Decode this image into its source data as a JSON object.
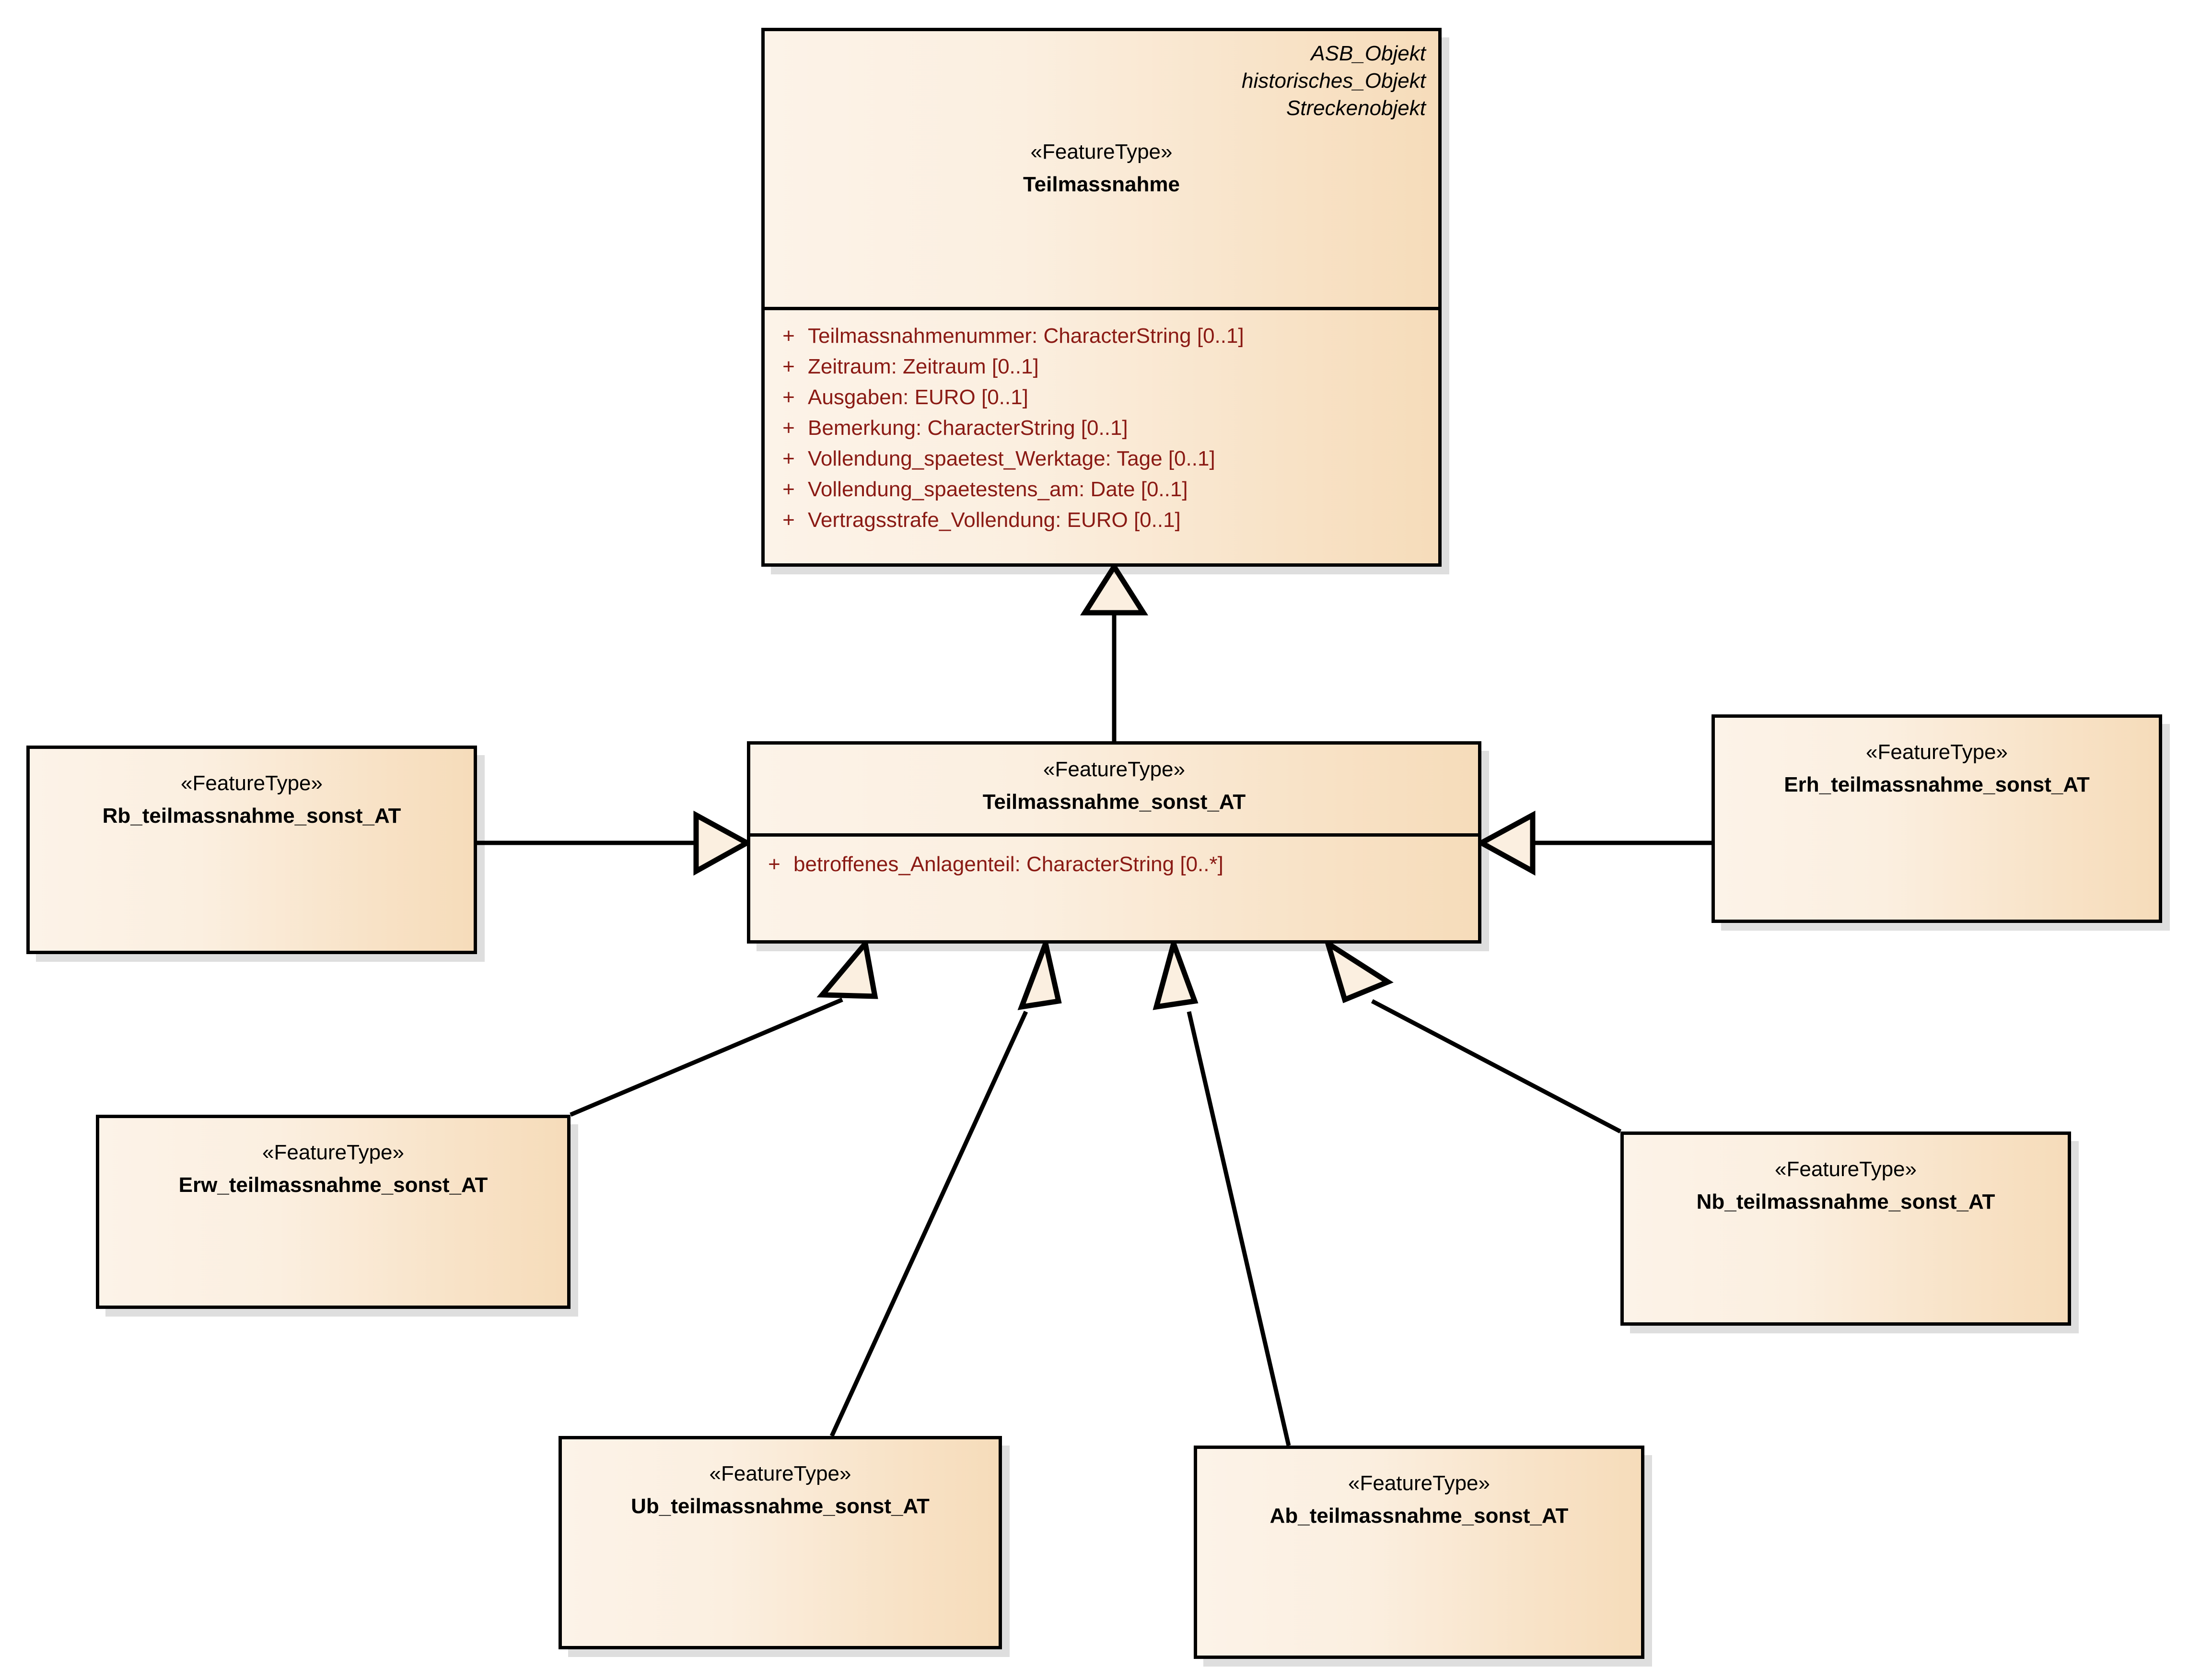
{
  "diagram": {
    "type": "uml-class-diagram",
    "title": "Teilmassnahme",
    "stereotype_label": "«FeatureType»",
    "colors": {
      "fill_light": "#FCF3E8",
      "fill_dark": "#F6DCBA",
      "border": "#000000",
      "attribute_text": "#8A1A14",
      "class_text": "#000000",
      "shadow": "#D9D9D9"
    }
  },
  "classes": {
    "teilmassnahme": {
      "stereotype": "«FeatureType»",
      "name": "Teilmassnahme",
      "parents": [
        "ASB_Objekt",
        "historisches_Objekt",
        "Streckenobjekt"
      ],
      "attributes": [
        {
          "visibility": "+",
          "text": "Teilmassnahmenummer: CharacterString [0..1]"
        },
        {
          "visibility": "+",
          "text": "Zeitraum: Zeitraum [0..1]"
        },
        {
          "visibility": "+",
          "text": "Ausgaben: EURO [0..1]"
        },
        {
          "visibility": "+",
          "text": "Bemerkung: CharacterString [0..1]"
        },
        {
          "visibility": "+",
          "text": "Vollendung_spaetest_Werktage: Tage [0..1]"
        },
        {
          "visibility": "+",
          "text": "Vollendung_spaetestens_am: Date [0..1]"
        },
        {
          "visibility": "+",
          "text": "Vertragsstrafe_Vollendung: EURO [0..1]"
        }
      ]
    },
    "teilmassnahme_sonst_at": {
      "stereotype": "«FeatureType»",
      "name": "Teilmassnahme_sonst_AT",
      "attributes": [
        {
          "visibility": "+",
          "text": "betroffenes_Anlagenteil: CharacterString [0..*]"
        }
      ]
    },
    "rb": {
      "stereotype": "«FeatureType»",
      "name": "Rb_teilmassnahme_sonst_AT"
    },
    "erh": {
      "stereotype": "«FeatureType»",
      "name": "Erh_teilmassnahme_sonst_AT"
    },
    "erw": {
      "stereotype": "«FeatureType»",
      "name": "Erw_teilmassnahme_sonst_AT"
    },
    "nb": {
      "stereotype": "«FeatureType»",
      "name": "Nb_teilmassnahme_sonst_AT"
    },
    "ub": {
      "stereotype": "«FeatureType»",
      "name": "Ub_teilmassnahme_sonst_AT"
    },
    "ab": {
      "stereotype": "«FeatureType»",
      "name": "Ab_teilmassnahme_sonst_AT"
    }
  },
  "relationships": [
    {
      "kind": "generalization",
      "from": "teilmassnahme_sonst_at",
      "to": "teilmassnahme"
    },
    {
      "kind": "generalization",
      "from": "rb",
      "to": "teilmassnahme_sonst_at"
    },
    {
      "kind": "generalization",
      "from": "erh",
      "to": "teilmassnahme_sonst_at"
    },
    {
      "kind": "generalization",
      "from": "erw",
      "to": "teilmassnahme_sonst_at"
    },
    {
      "kind": "generalization",
      "from": "ub",
      "to": "teilmassnahme_sonst_at"
    },
    {
      "kind": "generalization",
      "from": "ab",
      "to": "teilmassnahme_sonst_at"
    },
    {
      "kind": "generalization",
      "from": "nb",
      "to": "teilmassnahme_sonst_at"
    }
  ]
}
